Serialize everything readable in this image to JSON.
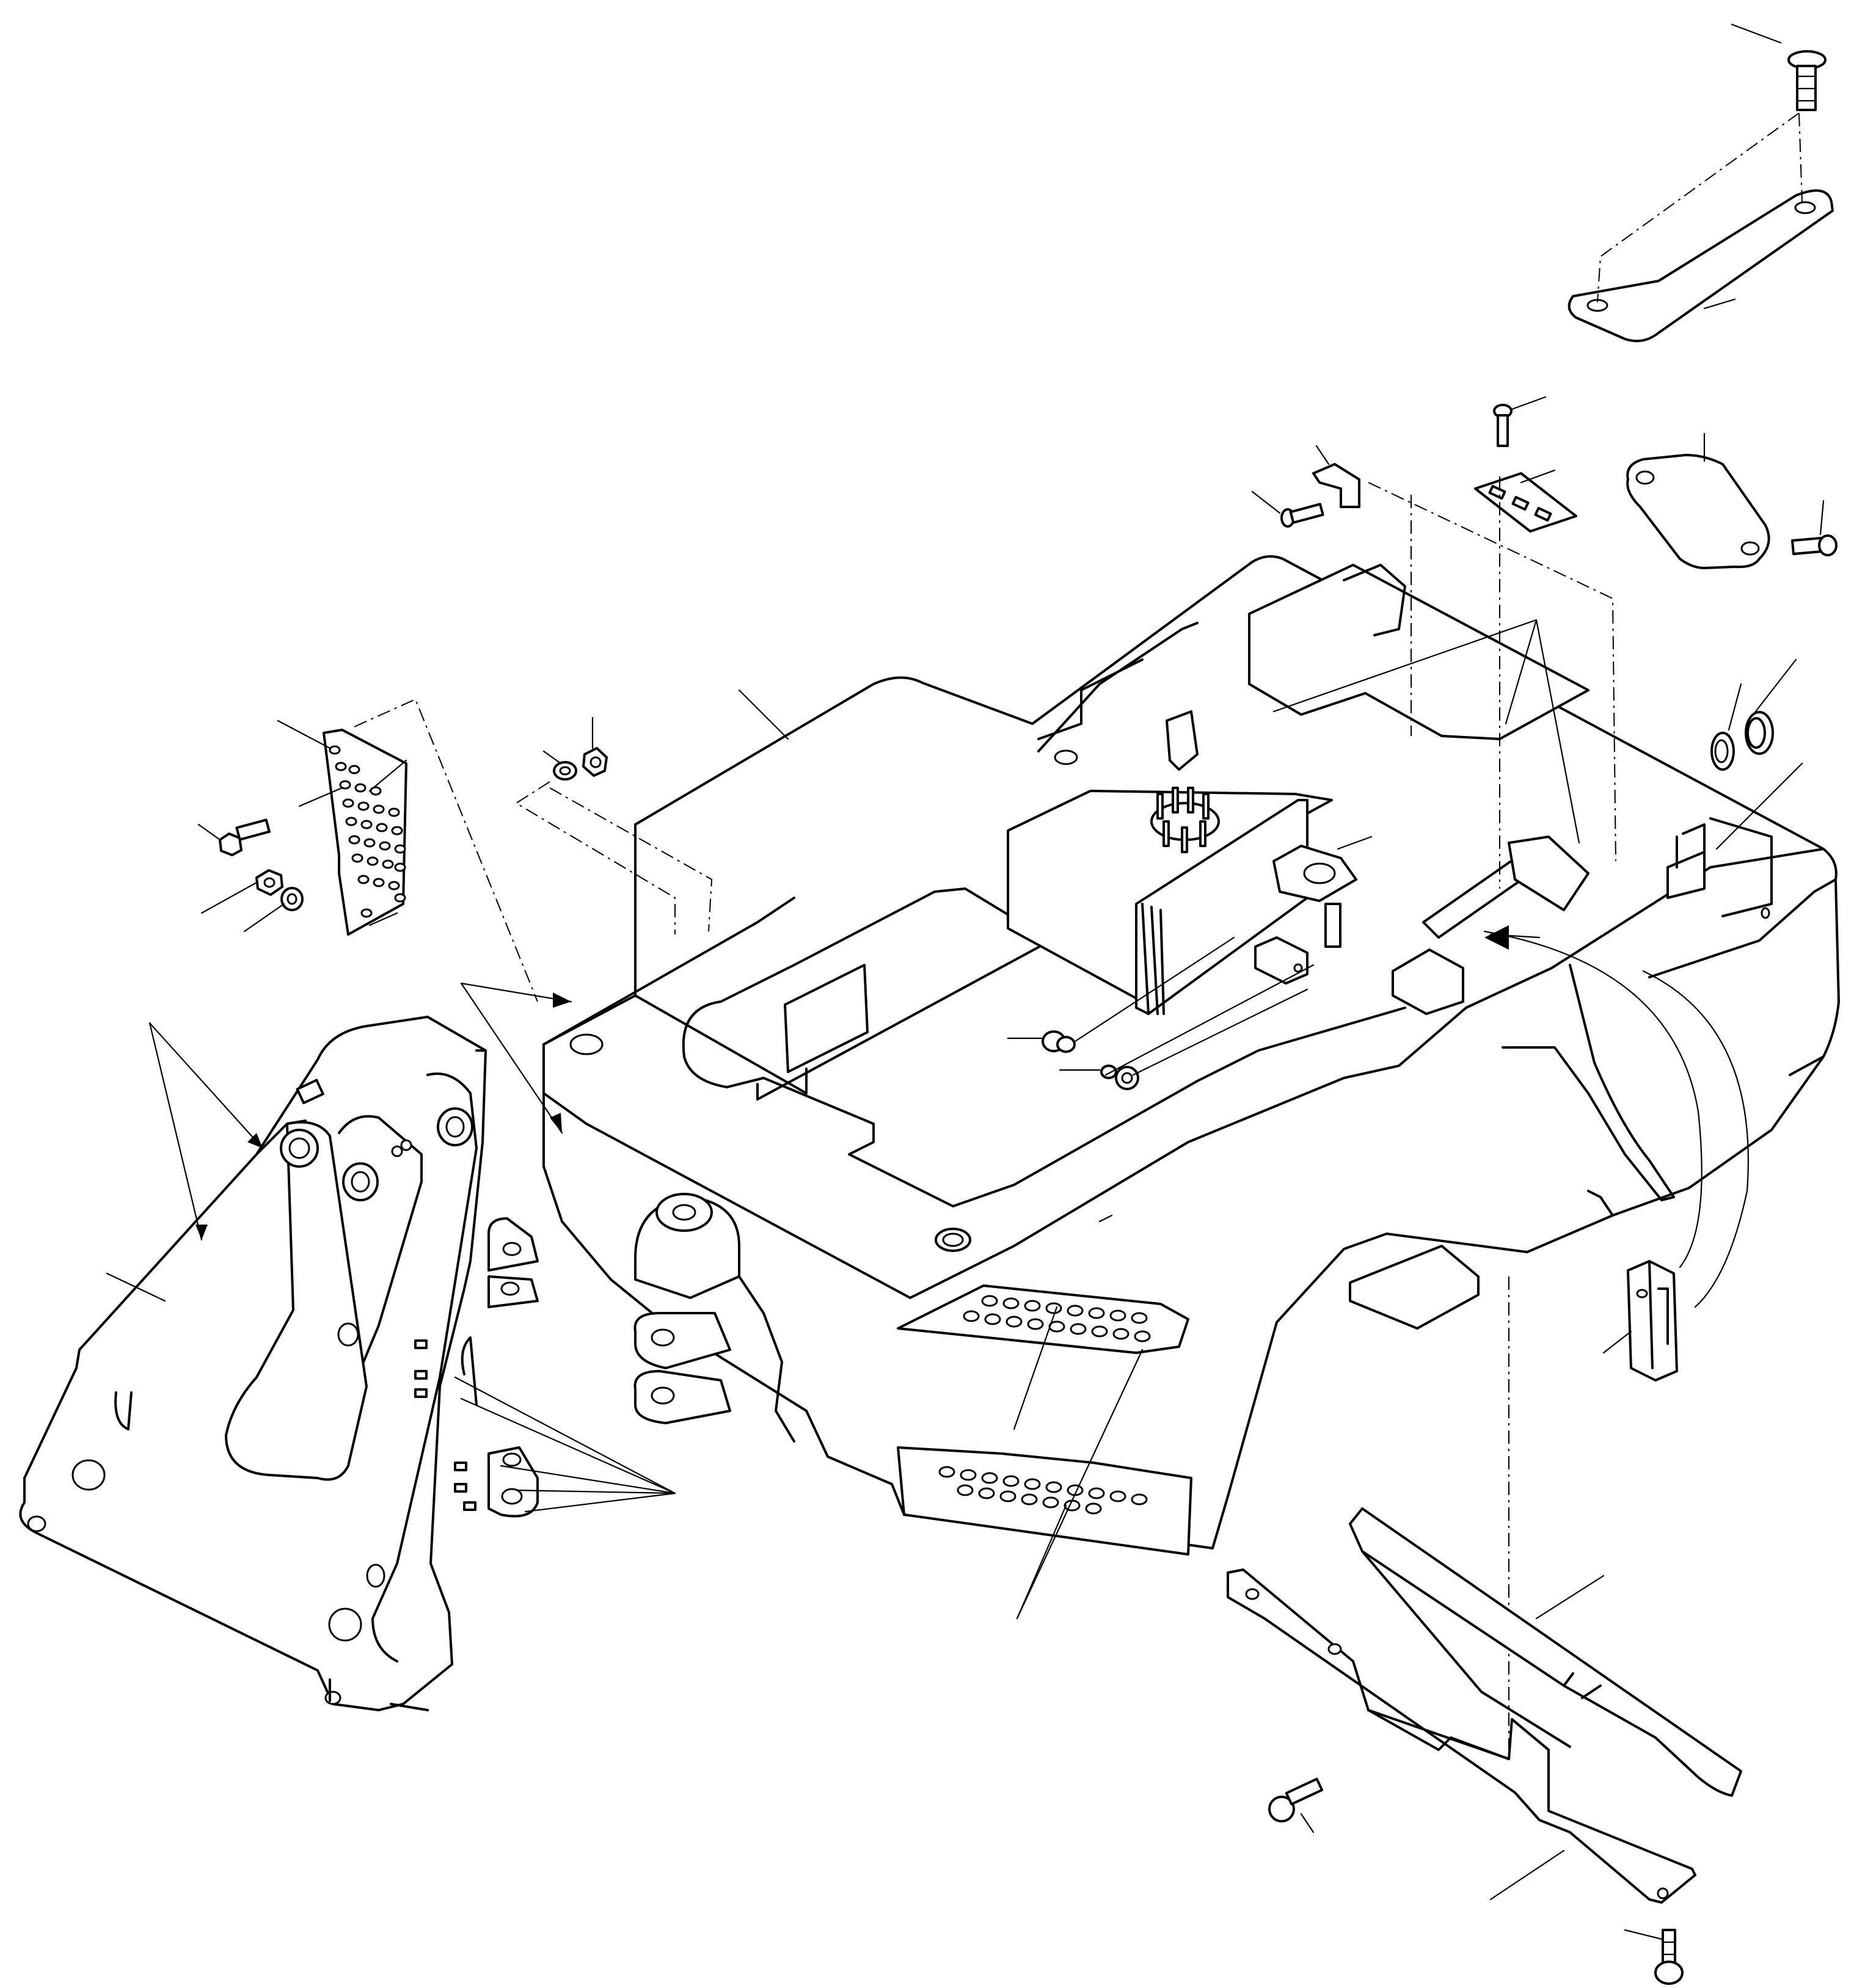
{
  "diagram": {
    "type": "exploded-parts-drawing",
    "line_color": "#000000",
    "background_color": "#ffffff",
    "parts": [
      "countersunk-screw",
      "cover-plate",
      "bolt",
      "angle-bracket",
      "clamp-strip",
      "inspection-cover",
      "plug",
      "seal-ring",
      "step-plate",
      "nut",
      "washer",
      "main-frame",
      "front-support-frame",
      "guard-plate",
      "bottom-plate",
      "clip"
    ]
  }
}
